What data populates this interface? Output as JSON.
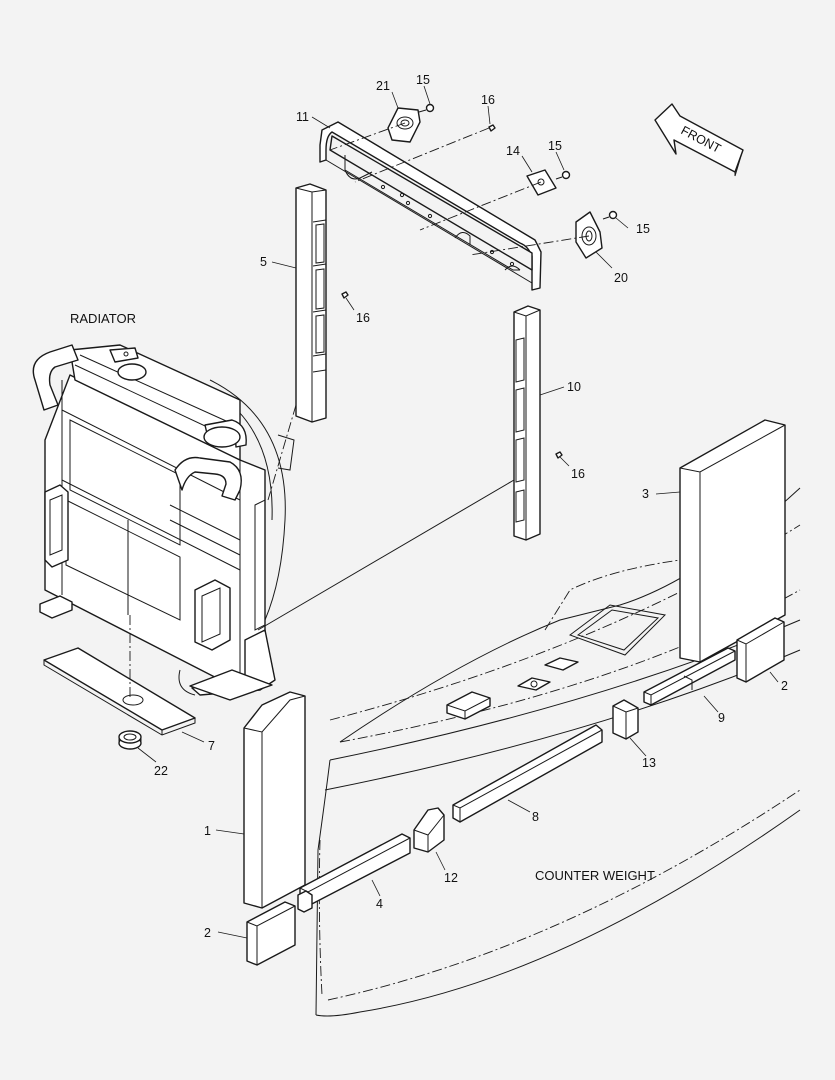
{
  "titles": {
    "radiator": "RADIATOR",
    "counter_weight": "COUNTER WEIGHT",
    "front": "FRONT"
  },
  "callouts": {
    "c1": "1",
    "c2a": "2",
    "c2b": "2",
    "c3": "3",
    "c4": "4",
    "c5": "5",
    "c7": "7",
    "c8": "8",
    "c9": "9",
    "c10": "10",
    "c11": "11",
    "c12": "12",
    "c13": "13",
    "c14": "14",
    "c15a": "15",
    "c15b": "15",
    "c15c": "15",
    "c16a": "16",
    "c16b": "16",
    "c16c": "16",
    "c20": "20",
    "c21": "21",
    "c22": "22"
  }
}
